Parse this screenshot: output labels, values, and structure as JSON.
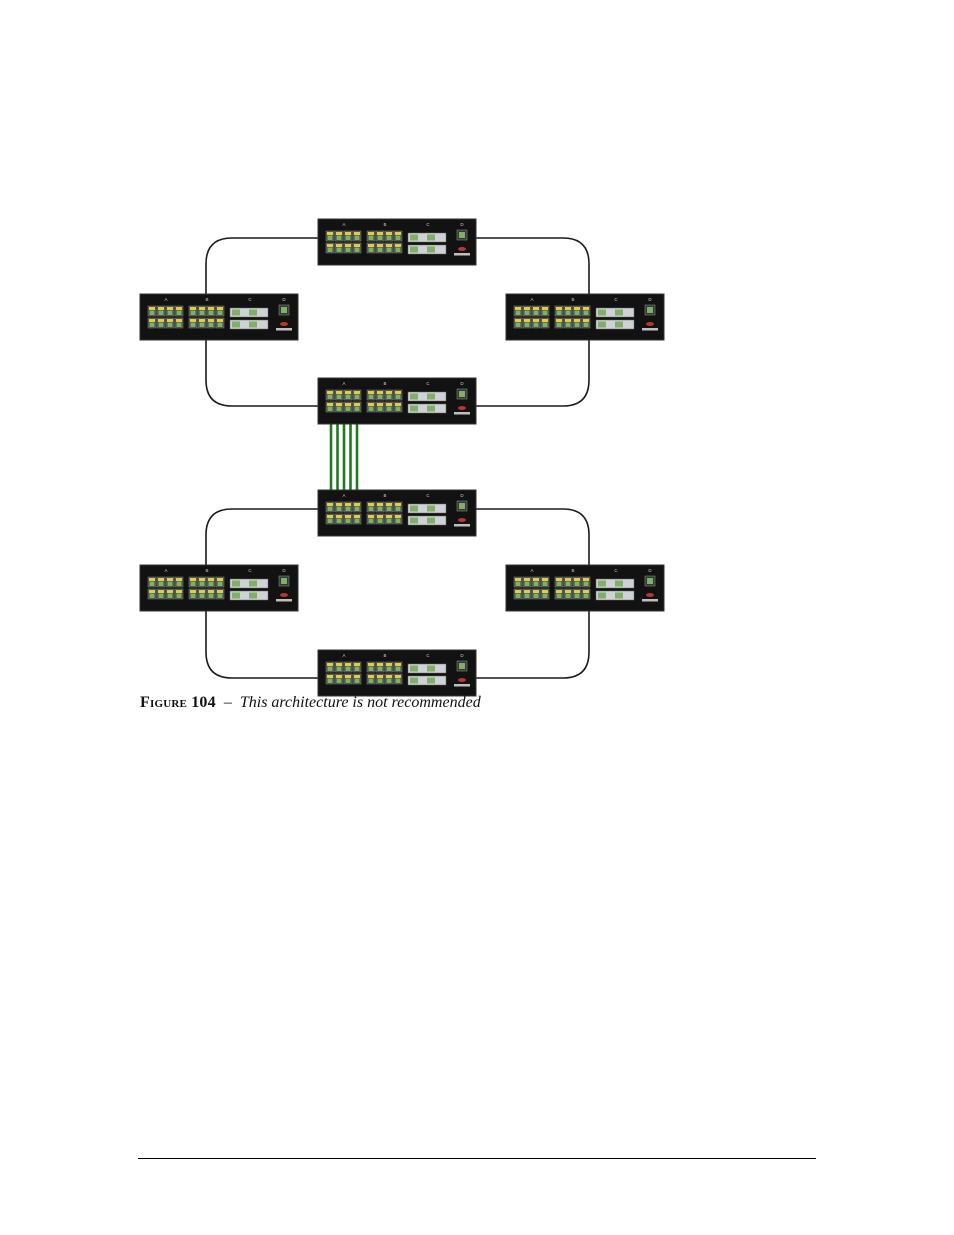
{
  "figure": {
    "label": "Figure 104",
    "separator": "–",
    "caption": "This architecture is not recommended"
  },
  "switch_panel": {
    "section_labels": [
      "A",
      "B",
      "C",
      "D"
    ],
    "brand_icon": "hirschmann-logo",
    "port_icon": "rj45-port-icon",
    "sfp_icon": "sfp-slot-icon"
  },
  "colors": {
    "ring_cable": "#1a1a1a",
    "stack_link": "#1f7a1f",
    "chassis": "#121212",
    "port_green": "#7fb069",
    "port_yellow": "#e8c84a",
    "sfp_silver": "#cfd2d4"
  },
  "rings": [
    {
      "name": "upper-ring",
      "switches": [
        "top",
        "left",
        "right",
        "bottom"
      ]
    },
    {
      "name": "lower-ring",
      "switches": [
        "top",
        "left",
        "right",
        "bottom"
      ]
    }
  ],
  "stack_links": {
    "count": 5
  }
}
